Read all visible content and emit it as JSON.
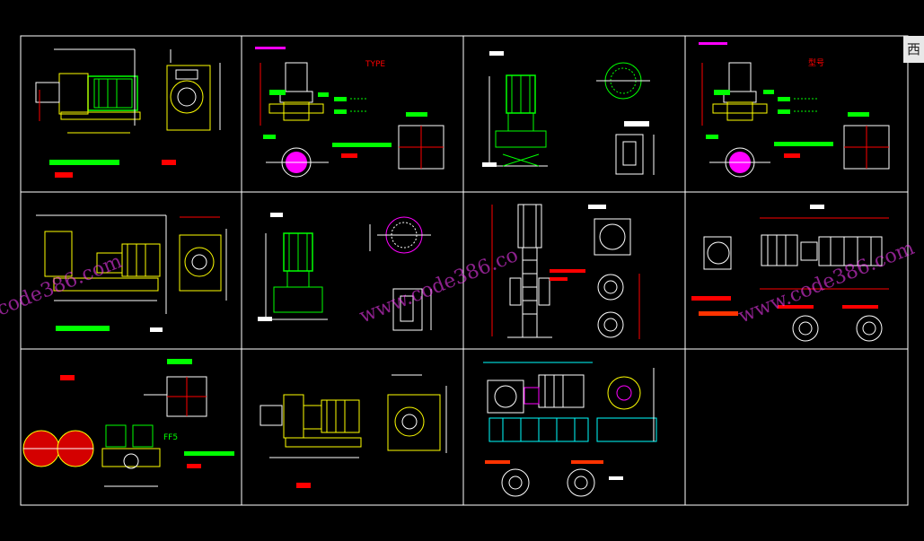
{
  "app": {
    "title": "Pump CAD drawing sheet",
    "side_tab_text": "西"
  },
  "colors": {
    "background": "#000000",
    "frame": "#ffffff",
    "yellow": "#ffff00",
    "green": "#00ff00",
    "red": "#ff0000",
    "magenta": "#ff00ff",
    "cyan": "#00ffff",
    "white": "#ffffff"
  },
  "labels": {
    "type_label": "TYPE",
    "model_label": "型号",
    "drawing_label": "FF5"
  },
  "watermark": {
    "text": "www.code386.com",
    "partial_a": "code386.com",
    "partial_b": "www.code386.co",
    "partial_c": "code386.com"
  },
  "panels": [
    {
      "id": "p1",
      "name": "horizontal-pump-elevation"
    },
    {
      "id": "p2",
      "name": "vertical-inline-pump-type"
    },
    {
      "id": "p3",
      "name": "vertical-pump-with-base"
    },
    {
      "id": "p4",
      "name": "vertical-inline-pump-model"
    },
    {
      "id": "p5",
      "name": "end-suction-pump-baseplate"
    },
    {
      "id": "p6",
      "name": "vertical-pipeline-pump"
    },
    {
      "id": "p7",
      "name": "multistage-vertical-pump"
    },
    {
      "id": "p8",
      "name": "multistage-horizontal-pump"
    },
    {
      "id": "p9",
      "name": "double-suction-pump-pair"
    },
    {
      "id": "p10",
      "name": "monoblock-horizontal-pump"
    },
    {
      "id": "p11",
      "name": "split-case-pump-foundation"
    }
  ]
}
